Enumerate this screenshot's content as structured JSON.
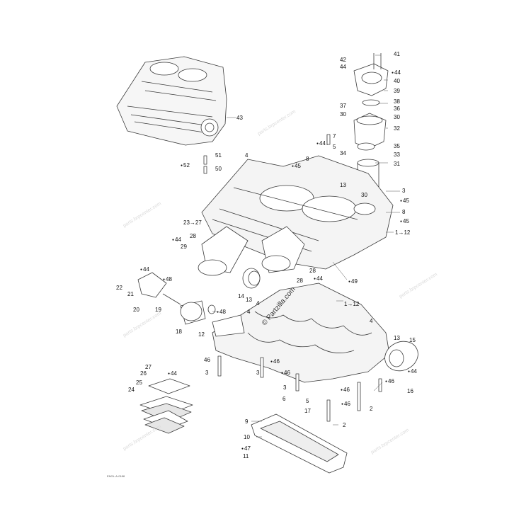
{
  "watermark": "parts.brpcenter.com",
  "brand": "© Partzilla.com",
  "drawing_code": "ENGL-A-0188",
  "colors": {
    "line": "#3a3a3a",
    "fill": "#ffffff",
    "shade": "#d9d9d9"
  },
  "callouts": [
    {
      "id": "c41",
      "text": "41",
      "oil": false
    },
    {
      "id": "c42",
      "text": "42",
      "oil": false
    },
    {
      "id": "c44a",
      "text": "44",
      "oil": false
    },
    {
      "id": "c44b",
      "text": "44",
      "oil": true
    },
    {
      "id": "c40",
      "text": "40",
      "oil": false
    },
    {
      "id": "c39",
      "text": "39",
      "oil": false
    },
    {
      "id": "c38",
      "text": "38",
      "oil": false
    },
    {
      "id": "c37",
      "text": "37",
      "oil": false
    },
    {
      "id": "c36",
      "text": "36",
      "oil": false
    },
    {
      "id": "c30a",
      "text": "30",
      "oil": false
    },
    {
      "id": "c30b",
      "text": "30",
      "oil": false
    },
    {
      "id": "c32",
      "text": "32",
      "oil": false
    },
    {
      "id": "c43",
      "text": "43",
      "oil": false
    },
    {
      "id": "c7",
      "text": "7",
      "oil": false
    },
    {
      "id": "c44c",
      "text": "44",
      "oil": true
    },
    {
      "id": "c5",
      "text": "5",
      "oil": false
    },
    {
      "id": "c35",
      "text": "35",
      "oil": false
    },
    {
      "id": "c34",
      "text": "34",
      "oil": false
    },
    {
      "id": "c33",
      "text": "33",
      "oil": false
    },
    {
      "id": "c31",
      "text": "31",
      "oil": false
    },
    {
      "id": "c51",
      "text": "51",
      "oil": false
    },
    {
      "id": "c52",
      "text": "52",
      "oil": true
    },
    {
      "id": "c50",
      "text": "50",
      "oil": false
    },
    {
      "id": "c4a",
      "text": "4",
      "oil": false
    },
    {
      "id": "c8a",
      "text": "8",
      "oil": false
    },
    {
      "id": "c45a",
      "text": "45",
      "oil": true
    },
    {
      "id": "c13a",
      "text": "13",
      "oil": false
    },
    {
      "id": "c30c",
      "text": "30",
      "oil": false
    },
    {
      "id": "c3a",
      "text": "3",
      "oil": false
    },
    {
      "id": "c45b",
      "text": "45",
      "oil": true
    },
    {
      "id": "c8b",
      "text": "8",
      "oil": false
    },
    {
      "id": "c45c",
      "text": "45",
      "oil": true
    },
    {
      "id": "c1to12a",
      "text": "1→12",
      "oil": false
    },
    {
      "id": "c23to27",
      "text": "23→27",
      "oil": false
    },
    {
      "id": "c28a",
      "text": "28",
      "oil": false
    },
    {
      "id": "c44d",
      "text": "44",
      "oil": true
    },
    {
      "id": "c29",
      "text": "29",
      "oil": false
    },
    {
      "id": "c28b",
      "text": "28",
      "oil": false
    },
    {
      "id": "c28c",
      "text": "28",
      "oil": false
    },
    {
      "id": "c44e",
      "text": "44",
      "oil": true
    },
    {
      "id": "c49",
      "text": "49",
      "oil": true
    },
    {
      "id": "c44f",
      "text": "44",
      "oil": true
    },
    {
      "id": "c48a",
      "text": "48",
      "oil": true
    },
    {
      "id": "c22",
      "text": "22",
      "oil": false
    },
    {
      "id": "c21",
      "text": "21",
      "oil": false
    },
    {
      "id": "c20",
      "text": "20",
      "oil": false
    },
    {
      "id": "c19",
      "text": "19",
      "oil": false
    },
    {
      "id": "c14",
      "text": "14",
      "oil": false
    },
    {
      "id": "c13b",
      "text": "13",
      "oil": false
    },
    {
      "id": "c4b",
      "text": "4",
      "oil": false
    },
    {
      "id": "c1to12b",
      "text": "1→12",
      "oil": false
    },
    {
      "id": "c4c",
      "text": "4",
      "oil": false
    },
    {
      "id": "c48b",
      "text": "48",
      "oil": true
    },
    {
      "id": "c18",
      "text": "18",
      "oil": false
    },
    {
      "id": "c12",
      "text": "12",
      "oil": false
    },
    {
      "id": "c4d",
      "text": "4",
      "oil": false
    },
    {
      "id": "c13c",
      "text": "13",
      "oil": false
    },
    {
      "id": "c15",
      "text": "15",
      "oil": false
    },
    {
      "id": "c46a",
      "text": "46",
      "oil": false
    },
    {
      "id": "c46b",
      "text": "46",
      "oil": true
    },
    {
      "id": "c3b",
      "text": "3",
      "oil": false
    },
    {
      "id": "c3c",
      "text": "3",
      "oil": false
    },
    {
      "id": "c46c",
      "text": "46",
      "oil": true
    },
    {
      "id": "c44g",
      "text": "44",
      "oil": true
    },
    {
      "id": "c46d",
      "text": "46",
      "oil": true
    },
    {
      "id": "c3d",
      "text": "3",
      "oil": false
    },
    {
      "id": "c46e",
      "text": "46",
      "oil": true
    },
    {
      "id": "c16",
      "text": "16",
      "oil": false
    },
    {
      "id": "c6",
      "text": "6",
      "oil": false
    },
    {
      "id": "c5b",
      "text": "5",
      "oil": false
    },
    {
      "id": "c46f",
      "text": "46",
      "oil": true
    },
    {
      "id": "c17",
      "text": "17",
      "oil": false
    },
    {
      "id": "c2a",
      "text": "2",
      "oil": false
    },
    {
      "id": "c9",
      "text": "9",
      "oil": false
    },
    {
      "id": "c2b",
      "text": "2",
      "oil": false
    },
    {
      "id": "c10",
      "text": "10",
      "oil": false
    },
    {
      "id": "c47",
      "text": "47",
      "oil": true
    },
    {
      "id": "c11",
      "text": "11",
      "oil": false
    },
    {
      "id": "c27",
      "text": "27",
      "oil": false
    },
    {
      "id": "c26",
      "text": "26",
      "oil": false
    },
    {
      "id": "c44h",
      "text": "44",
      "oil": true
    },
    {
      "id": "c25",
      "text": "25",
      "oil": false
    },
    {
      "id": "c24",
      "text": "24",
      "oil": false
    }
  ]
}
